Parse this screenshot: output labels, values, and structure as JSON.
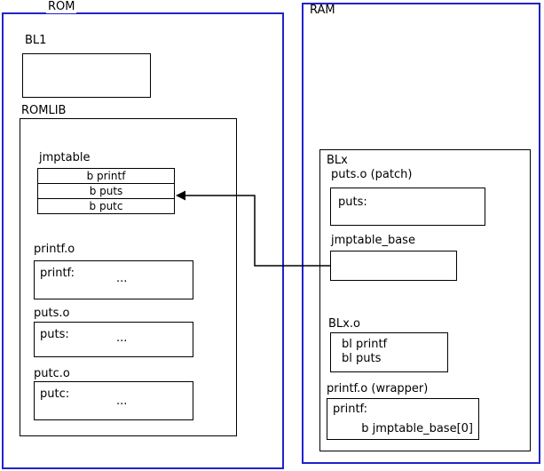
{
  "diagram": {
    "colors": {
      "container_border": "#2222cc",
      "box_border": "#000000"
    },
    "rom": {
      "label": "ROM",
      "bl1": {
        "label": "BL1"
      },
      "romlib": {
        "label": "ROMLIB",
        "jmptable": {
          "label": "jmptable",
          "rows": [
            "b printf",
            "b puts",
            "b putc"
          ]
        },
        "printf_o": {
          "label": "printf.o",
          "symbol": "printf:",
          "body": "..."
        },
        "puts_o": {
          "label": "puts.o",
          "symbol": "puts:",
          "body": "..."
        },
        "putc_o": {
          "label": "putc.o",
          "symbol": "putc:",
          "body": "..."
        }
      }
    },
    "ram": {
      "label": "RAM",
      "blx": {
        "label": "BLx",
        "puts_patch": {
          "label": "puts.o (patch)",
          "symbol": "puts:"
        },
        "jmptable_base": {
          "label": "jmptable_base"
        },
        "blx_o": {
          "label": "BLx.o",
          "line1": "bl printf",
          "line2": "bl puts"
        },
        "printf_wrapper": {
          "label": "printf.o (wrapper)",
          "symbol": "printf:",
          "body": "b jmptable_base[0]"
        }
      }
    }
  }
}
